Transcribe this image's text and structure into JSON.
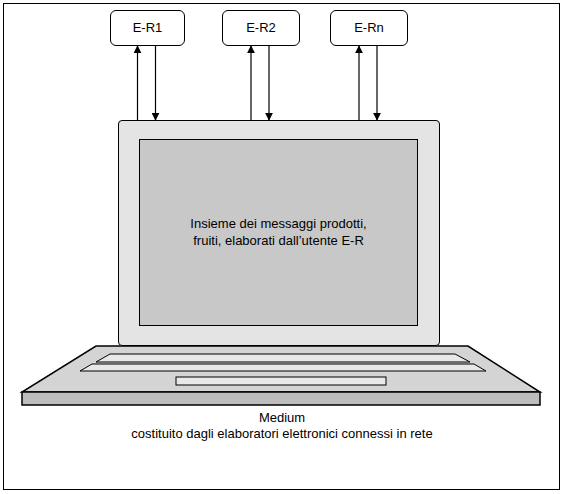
{
  "diagram": {
    "nodes": [
      {
        "text": [
          "E-R1"
        ]
      },
      {
        "text": [
          "E-R2"
        ]
      },
      {
        "text": [
          "E-Rn"
        ]
      },
      {
        "text": [
          "Insieme dei messaggi prodotti, fruiti, elaborati dall’utente E-R"
        ]
      }
    ],
    "edges": [
      {
        "from": 3,
        "to": 0,
        "arrow": "to"
      },
      {
        "from": 0,
        "to": 3,
        "arrow": "to"
      },
      {
        "from": 3,
        "to": 1,
        "arrow": "to"
      },
      {
        "from": 1,
        "to": 3,
        "arrow": "to"
      },
      {
        "from": 3,
        "to": 2,
        "arrow": "to"
      },
      {
        "from": 2,
        "to": 3,
        "arrow": "to"
      }
    ],
    "labels": [
      "Medium",
      "costituito dagli elaboratori elettronici connessi in rete"
    ]
  }
}
